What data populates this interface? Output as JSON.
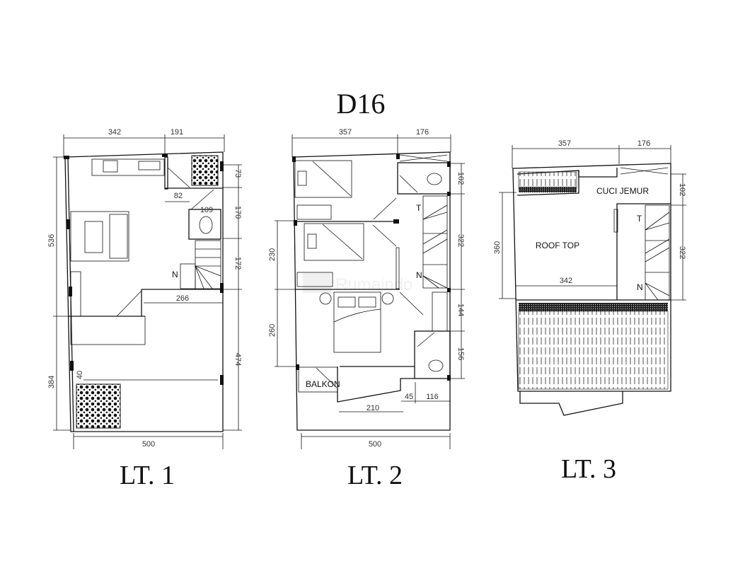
{
  "title": "D16",
  "watermark": "Rumaindo",
  "floors": [
    {
      "label": "LT. 1",
      "dims": {
        "top_a": "342",
        "top_b": "191",
        "left_a": "536",
        "left_b": "384",
        "right_a": "73",
        "right_b": "170",
        "right_c": "172",
        "right_d": "474",
        "inner_a": "82",
        "inner_b": "109",
        "inner_c": "266",
        "inner_d": "40",
        "bottom": "500"
      },
      "markers": {
        "stair_n": "N"
      }
    },
    {
      "label": "LT. 2",
      "dims": {
        "top_a": "357",
        "top_b": "176",
        "left_a": "230",
        "left_b": "260",
        "right_a": "102",
        "right_b": "322",
        "right_c": "144",
        "right_d": "156",
        "inner_a": "210",
        "inner_b": "45",
        "inner_c": "116",
        "bottom": "500"
      },
      "rooms": {
        "balcony": "BALKON"
      },
      "markers": {
        "stair_t": "T",
        "stair_n": "N"
      }
    },
    {
      "label": "LT. 3",
      "dims": {
        "top_a": "357",
        "top_b": "176",
        "left_a": "360",
        "right_a": "102",
        "right_b": "322",
        "inner_a": "342"
      },
      "rooms": {
        "laundry": "CUCI JEMUR",
        "rooftop": "ROOF TOP"
      },
      "markers": {
        "stair_t": "T",
        "stair_n": "N"
      }
    }
  ]
}
